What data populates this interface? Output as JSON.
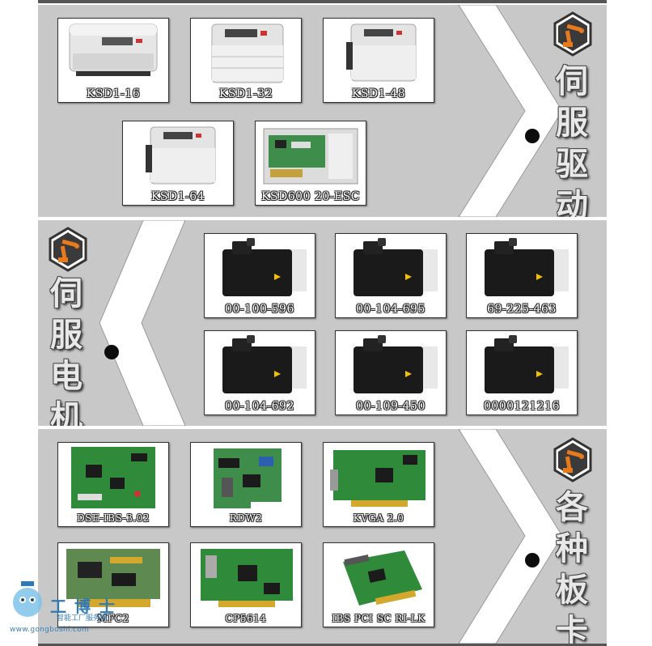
{
  "sections": [
    {
      "title": [
        "伺",
        "服",
        "驱",
        "动"
      ],
      "cards": [
        {
          "label": "KSD1-16",
          "kind": "drive-wide"
        },
        {
          "label": "KSD1-32",
          "kind": "drive-mid"
        },
        {
          "label": "KSD1-48",
          "kind": "drive-mid"
        },
        {
          "label": "KSD1-64",
          "kind": "drive-mid"
        },
        {
          "label": "KSD600 20-ESC",
          "kind": "board-open"
        }
      ]
    },
    {
      "title": [
        "伺",
        "服",
        "电",
        "机"
      ],
      "cards": [
        {
          "label": "00-100-596",
          "kind": "motor"
        },
        {
          "label": "00-104-695",
          "kind": "motor"
        },
        {
          "label": "69-225-463",
          "kind": "motor"
        },
        {
          "label": "00-104-692",
          "kind": "motor"
        },
        {
          "label": "00-109-450",
          "kind": "motor"
        },
        {
          "label": "0000121216",
          "kind": "motor"
        }
      ]
    },
    {
      "title": [
        "各",
        "种",
        "板",
        "卡"
      ],
      "cards": [
        {
          "label": "DSE-IBS-3.02",
          "kind": "pcb"
        },
        {
          "label": "RDW2",
          "kind": "pcb"
        },
        {
          "label": "KVGA 2.0",
          "kind": "pcb"
        },
        {
          "label": "MFC2",
          "kind": "pcb"
        },
        {
          "label": "CP5614",
          "kind": "pcb"
        },
        {
          "label": "IBS PCI SC RI-LK",
          "kind": "pcb"
        }
      ]
    }
  ],
  "watermark": {
    "brand": "工博士",
    "sub": "智能工厂服务商",
    "url": "www.gongboshi.com"
  },
  "colors": {
    "panel": "#c8c8c8",
    "arrow": "#ffffff",
    "pcb_green": "#2f8a3a",
    "motor_black": "#1a1a1a",
    "robot_orange": "#e87a1e",
    "logo_hex": "#3a3a3a"
  },
  "icons": [
    "robot-arm-hex-icon",
    "pointer-dot-icon"
  ]
}
